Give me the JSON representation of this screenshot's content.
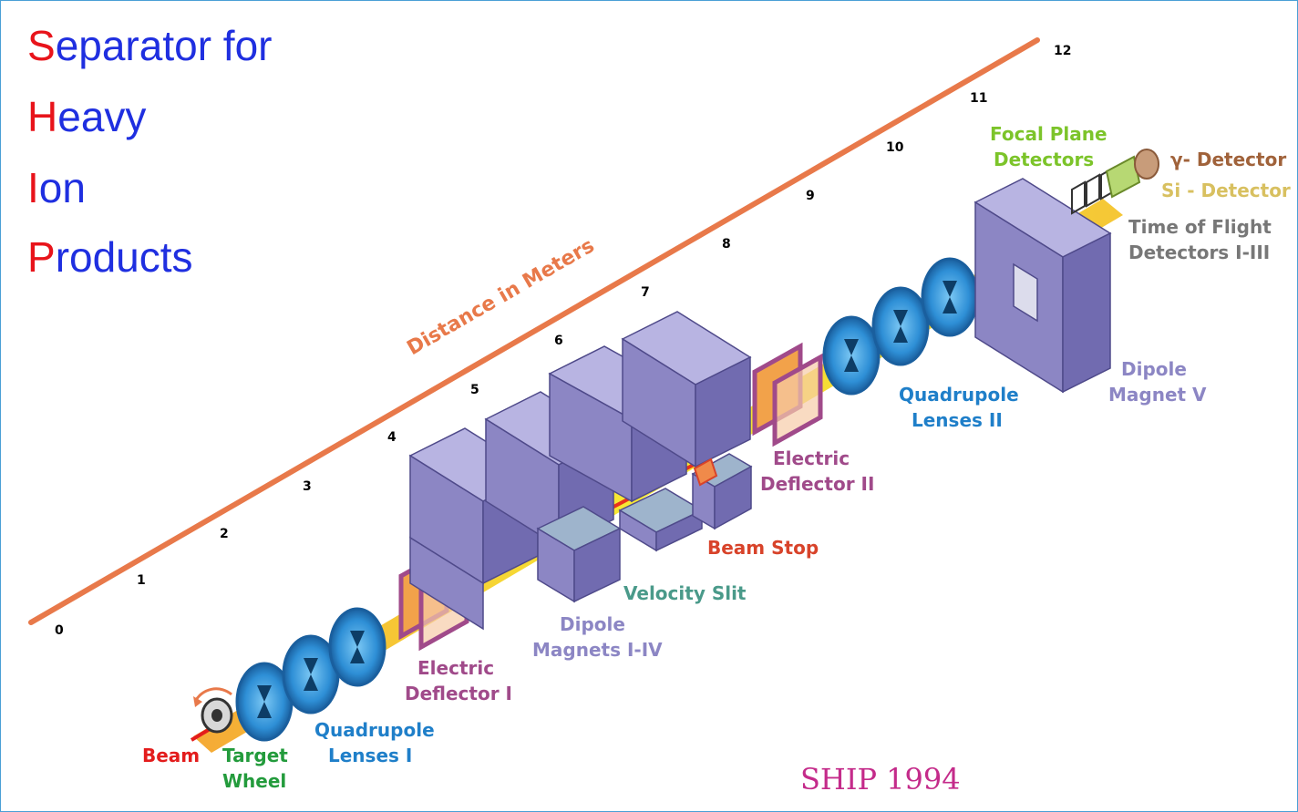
{
  "title_lines": [
    {
      "initial": "S",
      "rest": "eparator for"
    },
    {
      "initial": "H",
      "rest": "eavy"
    },
    {
      "initial": "I",
      "rest": "on"
    },
    {
      "initial": "P",
      "rest": "roducts"
    }
  ],
  "axis": {
    "label": "Distance in Meters",
    "ticks": [
      "0",
      "1",
      "2",
      "3",
      "4",
      "5",
      "6",
      "7",
      "8",
      "9",
      "10",
      "11",
      "12"
    ]
  },
  "components": {
    "beam": "Beam",
    "target_wheel": [
      "Target",
      "Wheel"
    ],
    "quad_lenses_1": [
      "Quadrupole",
      "Lenses I"
    ],
    "electric_deflector_1": [
      "Electric",
      "Deflector I"
    ],
    "dipole_magnets": [
      "Dipole",
      "Magnets I-IV"
    ],
    "velocity_slit": "Velocity Slit",
    "beam_stop": "Beam Stop",
    "electric_deflector_2": [
      "Electric",
      "Deflector II"
    ],
    "quad_lenses_2": [
      "Quadrupole",
      "Lenses II"
    ],
    "dipole_magnet_5": [
      "Dipole",
      "Magnet V"
    ],
    "focal_plane": [
      "Focal Plane",
      "Detectors"
    ],
    "gamma_detector": "γ- Detector",
    "si_detector": "Si - Detector",
    "tof_detectors": [
      "Time of Flight",
      "Detectors I-III"
    ]
  },
  "caption": "SHIP 1994",
  "colors": {
    "title_initial": "#e8141b",
    "title_text": "#1f2fe0",
    "axis": "#e8794a",
    "magnet": "#8c86c4",
    "lens": "#2e8fd6",
    "beam": "#f2e418",
    "deflector": "#a04a8a",
    "ship": "#c42b8a"
  }
}
